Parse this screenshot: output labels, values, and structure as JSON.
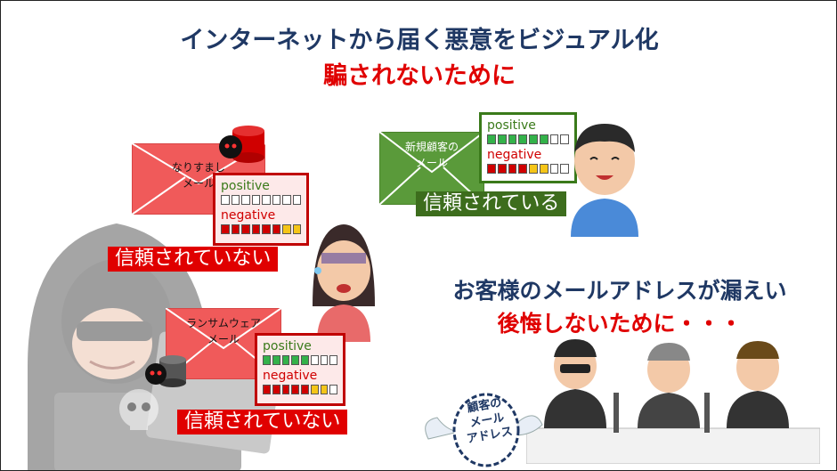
{
  "header": {
    "title": "インターネットから届く悪意をビジュアル化",
    "subtitle": "騙されないために"
  },
  "spoof_mail": {
    "envelope_label_line1": "なりすまし",
    "envelope_label_line2": "メール",
    "positive_label": "positive",
    "negative_label": "negative",
    "positive_filled": 0,
    "negative_filled": 8,
    "status": "信頼されていない"
  },
  "ransomware_mail": {
    "envelope_label_line1": "ランサムウェア",
    "envelope_label_line2": "メール",
    "positive_label": "positive",
    "negative_label": "negative",
    "positive_filled": 5,
    "negative_filled": 7,
    "status": "信頼されていない"
  },
  "new_customer_mail": {
    "envelope_label_line1": "新規顧客の",
    "envelope_label_line2": "メール",
    "positive_label": "positive",
    "negative_label": "negative",
    "positive_filled": 6,
    "negative_filled": 6,
    "status": "信頼されている"
  },
  "leak": {
    "headline": "お客様のメールアドレスが漏えい",
    "subline": "後悔しないために・・・",
    "flying_badge": [
      "顧客の",
      "メール",
      "アドレス"
    ]
  },
  "colors": {
    "title": "#1f3864",
    "accent_red": "#e00000",
    "envelope_red": "#f05a5a",
    "envelope_green": "#5a9a3a",
    "positive_green": "#33b24a",
    "negative_red": "#d00000",
    "negative_yellow": "#f5c518"
  }
}
